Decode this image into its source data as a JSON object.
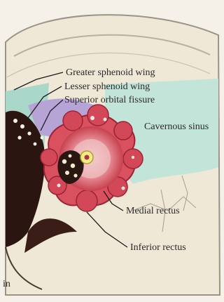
{
  "labels": {
    "greater_sphenoid_wing": "Greater sphenoid wing",
    "lesser_sphenoid_wing": "Lesser sphenoid wing",
    "superior_orbital_fissure": "Superior orbital fissure",
    "cavernous_sinus": "Cavernous sinus",
    "medial_rectus": "Medial rectus",
    "inferior_rectus": "Inferior rectus",
    "edge_fragment": "in"
  },
  "colors": {
    "background": "#f3efe6",
    "skull": "#ede6d3",
    "sphenoid": "#b9a8d6",
    "cavernous_sinus": "#bfe2d8",
    "dark_shadow": "#2a1410",
    "muscle": "#d8505e",
    "annulus": "#e27c84",
    "optic_nerve": "#f2ee8c",
    "leader_line": "#1c1c1c"
  }
}
